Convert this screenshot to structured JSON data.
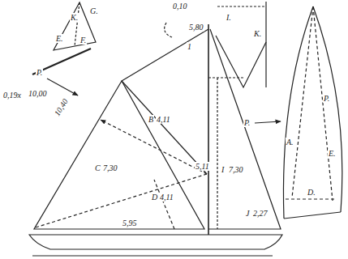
{
  "diagram": {
    "labels": [
      "K.",
      "G.",
      "E.",
      "F.",
      "0,10",
      "I.",
      "K.",
      "5,80",
      "1",
      "P.",
      "0,19x",
      "10,00",
      "10,40",
      "B",
      "4,11",
      "P.",
      "A.",
      "P.",
      "5,11",
      "C",
      "7,30",
      "I",
      "7,30",
      "E.",
      "D",
      "4,11",
      "D.",
      "5,95",
      "J",
      "2,27"
    ]
  }
}
